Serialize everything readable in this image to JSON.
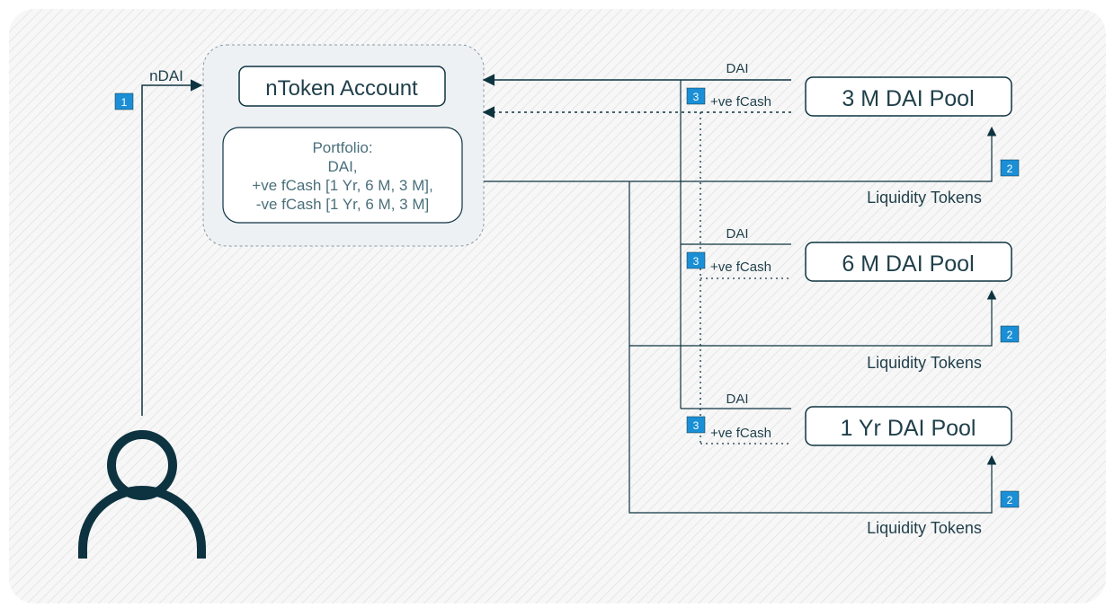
{
  "user_label": "nDAI",
  "ntoken_account": "nToken Account",
  "portfolio": {
    "lines": [
      "Portfolio:",
      "DAI,",
      "+ve fCash [1 Yr, 6 M, 3 M],",
      "-ve fCash [1 Yr, 6 M, 3 M]"
    ]
  },
  "pools": [
    {
      "name": "3 M DAI Pool",
      "dai_label": "DAI",
      "fcash_label": "+ve fCash",
      "tokens_label": "Liquidity Tokens",
      "badge_top": "3",
      "badge_bottom": "2"
    },
    {
      "name": "6 M DAI Pool",
      "dai_label": "DAI",
      "fcash_label": "+ve fCash",
      "tokens_label": "Liquidity Tokens",
      "badge_top": "3",
      "badge_bottom": "2"
    },
    {
      "name": "1 Yr DAI Pool",
      "dai_label": "DAI",
      "fcash_label": "+ve fCash",
      "tokens_label": "Liquidity Tokens",
      "badge_top": "3",
      "badge_bottom": "2"
    }
  ],
  "step_badge_user": "1",
  "colors": {
    "line": "#0d3340",
    "badge": "#1b8fd6",
    "text": "#1f3f4a",
    "portfolio_text": "#4a6f7a",
    "cluster_fill": "#eef1f4",
    "cluster_stroke": "#8a9aa3"
  },
  "icons": {
    "user": "person-icon"
  }
}
